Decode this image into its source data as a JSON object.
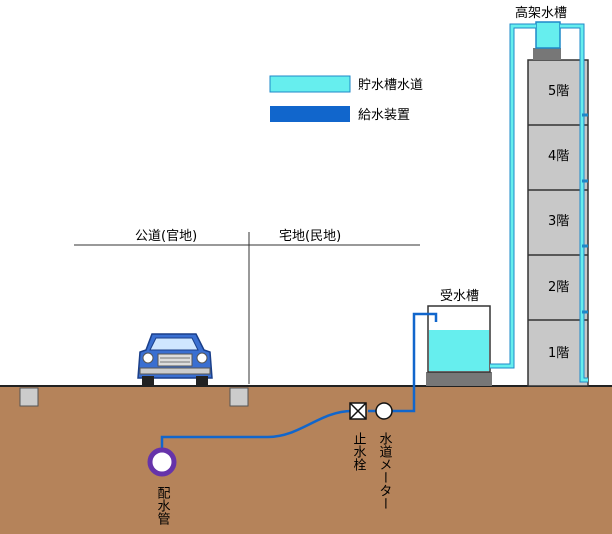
{
  "legend": {
    "storage_label": "貯水槽水道",
    "supply_label": "給水装置"
  },
  "labels": {
    "public_land": "公道(官地)",
    "private_land": "宅地(民地)",
    "receiving_tank": "受水槽",
    "elevated_tank": "高架水槽",
    "distribution_main": "配水管",
    "stop_valve": "止水栓",
    "water_meter": "水道メーター"
  },
  "floors": [
    "5階",
    "4階",
    "3階",
    "2階",
    "1階"
  ],
  "colors": {
    "storage_pipe": "#33ddee",
    "supply_pipe": "#1166cc",
    "ground": "#b5835a",
    "building": "#c8c8c8",
    "water": "#66eeee",
    "main_pipe": "#6633aa",
    "car": "#3a6fd1"
  },
  "icons": {
    "car": "car-icon",
    "stop_valve": "valve-icon",
    "meter": "meter-icon",
    "main": "pipe-main-icon"
  }
}
